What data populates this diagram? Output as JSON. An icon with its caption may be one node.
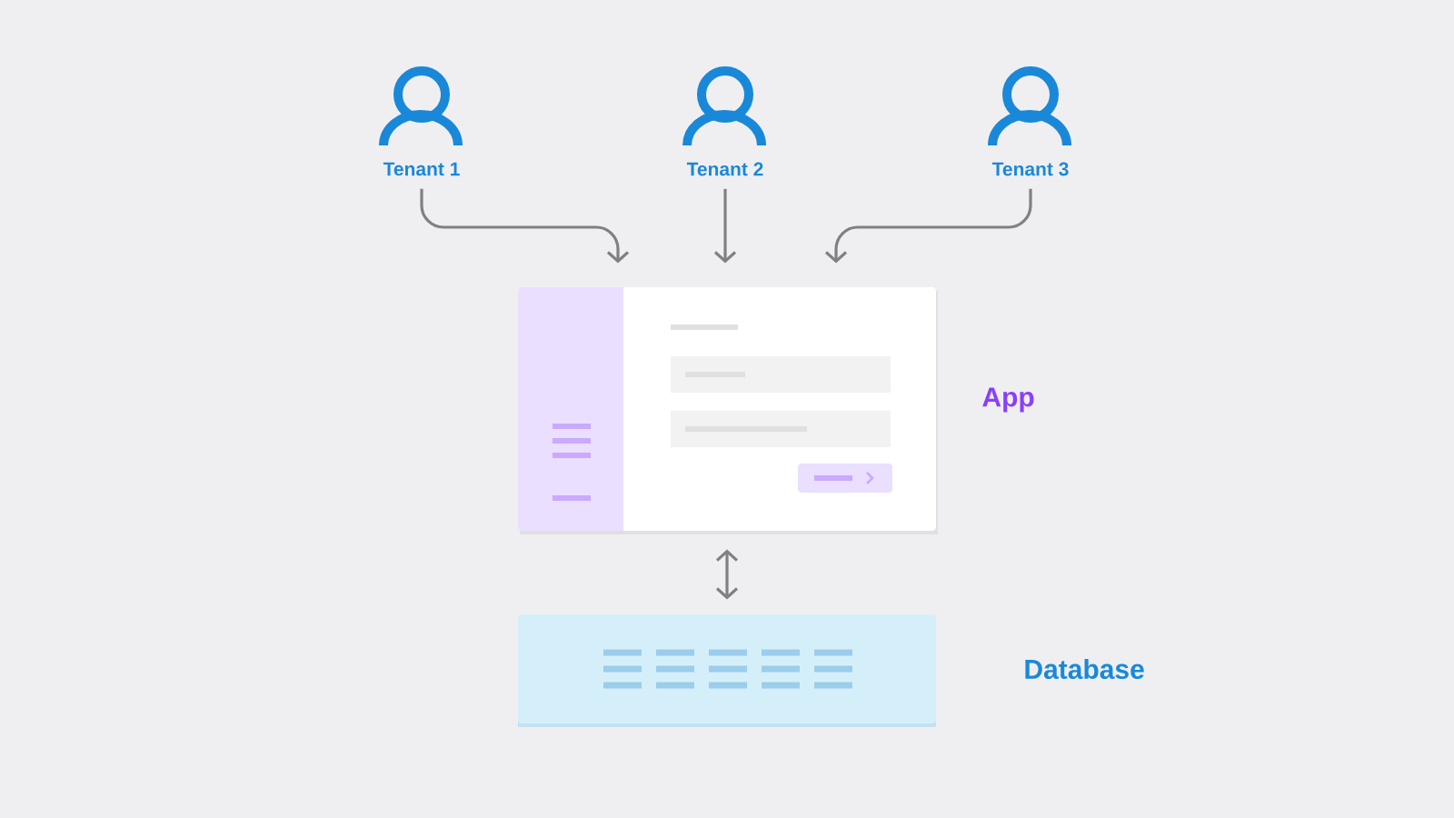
{
  "diagram": {
    "nodes": [
      {
        "text": [
          "Tenant 1"
        ]
      },
      {
        "text": [
          "Tenant 2"
        ]
      },
      {
        "text": [
          "Tenant 3"
        ]
      },
      {
        "text": [],
        "shape": "box",
        "beside": [
          "App"
        ]
      },
      {
        "text": [],
        "shape": "box",
        "beside": [
          "Database"
        ]
      }
    ],
    "edges": [
      {
        "from": 0,
        "to": 3,
        "arrow": "to"
      },
      {
        "from": 1,
        "to": 3,
        "arrow": "to"
      },
      {
        "from": 2,
        "to": 3,
        "arrow": "to"
      },
      {
        "from": 3,
        "to": 4,
        "arrow": "both"
      }
    ]
  }
}
